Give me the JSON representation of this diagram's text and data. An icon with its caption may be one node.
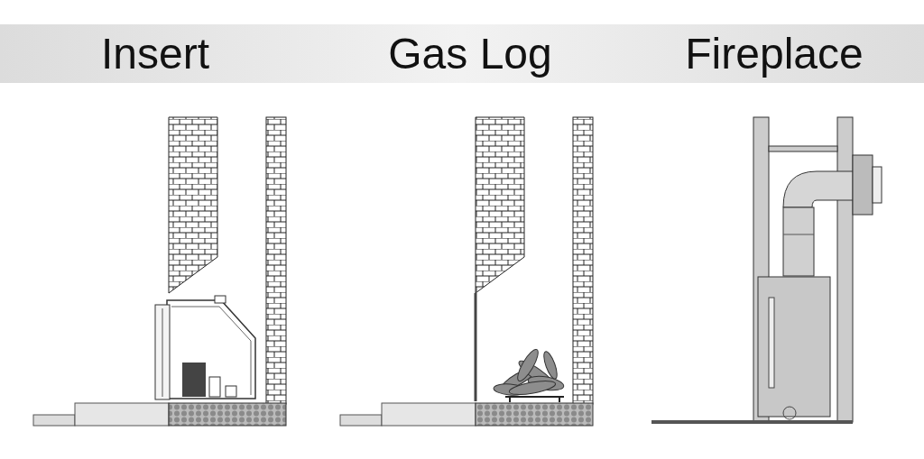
{
  "diagram": {
    "labels": [
      "Insert",
      "Gas Log",
      "Fireplace"
    ]
  }
}
